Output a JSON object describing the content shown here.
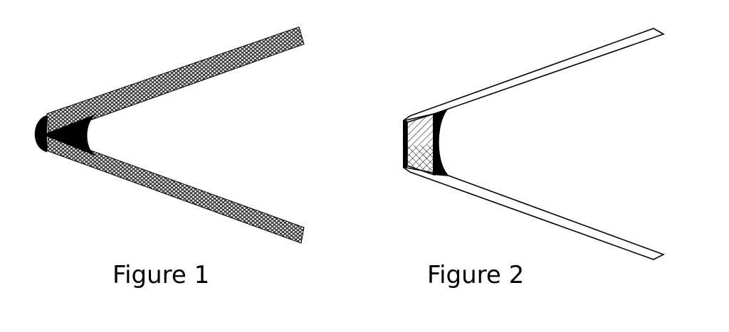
{
  "figures": [
    {
      "caption": "Figure 1",
      "description_icon": "v-shaped-dotted-strips"
    },
    {
      "caption": "Figure 2",
      "description_icon": "v-shaped-outlined-strips"
    }
  ],
  "colors": {
    "ink": "#000000",
    "background": "#ffffff",
    "dot_fill": "#ffffff",
    "dot_pattern_bg": "#3a3a3a"
  }
}
